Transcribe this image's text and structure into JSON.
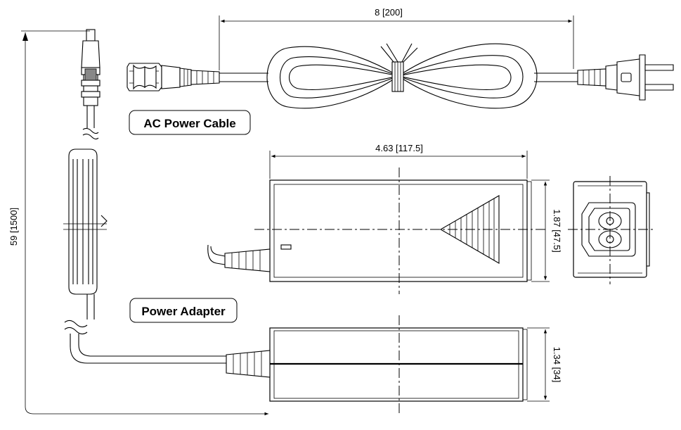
{
  "labels": {
    "ac_power_cable": "AC Power Cable",
    "power_adapter": "Power Adapter"
  },
  "dimensions": {
    "ac_cable_length": "8 [200]",
    "adapter_length": "4.63 [117.5]",
    "adapter_width": "1.87 [47.5]",
    "adapter_height": "1.34 [34]",
    "dc_cable_length": "59 [1500]"
  },
  "colors": {
    "line": "#000000",
    "background": "#ffffff"
  }
}
